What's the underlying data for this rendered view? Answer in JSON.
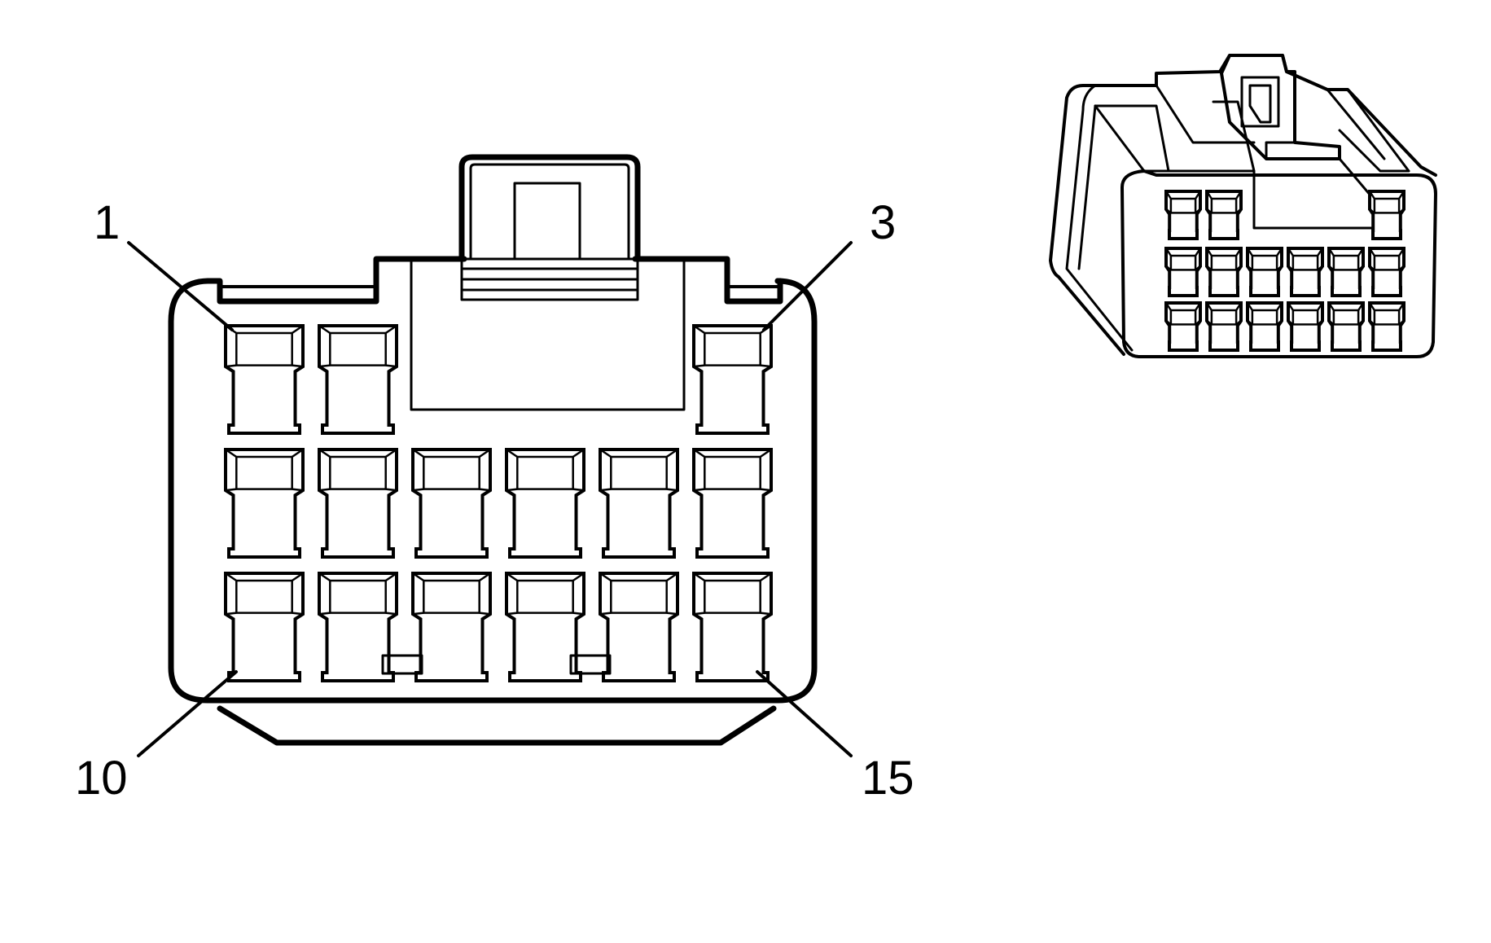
{
  "pin_labels": {
    "pin_1": "1",
    "pin_3": "3",
    "pin_10": "10",
    "pin_15": "15"
  },
  "connector": {
    "rows": [
      {
        "row": 1,
        "cavities": 3,
        "positions": [
          1,
          2,
          6
        ]
      },
      {
        "row": 2,
        "cavities": 6,
        "positions": [
          1,
          2,
          3,
          4,
          5,
          6
        ]
      },
      {
        "row": 3,
        "cavities": 6,
        "positions": [
          1,
          2,
          3,
          4,
          5,
          6
        ]
      }
    ],
    "total_cavities": 15
  },
  "colors": {
    "line": "#000000",
    "background": "#ffffff"
  }
}
